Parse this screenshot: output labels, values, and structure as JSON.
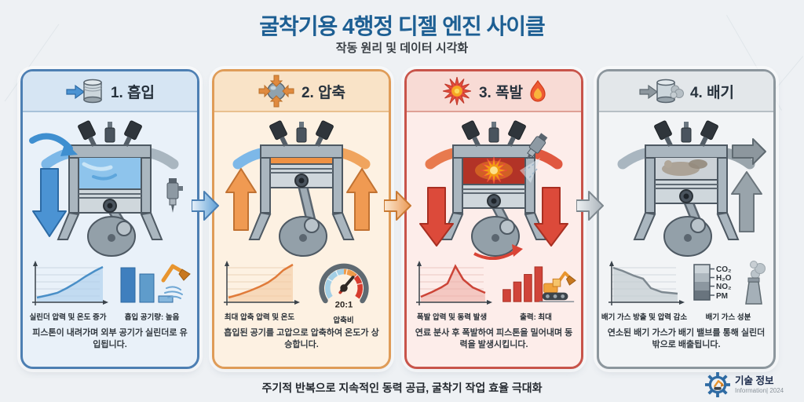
{
  "title": "굴착기용 4행정 디젤 엔진 사이클",
  "subtitle": "작동 원리 및 데이터 시각화",
  "panels": [
    {
      "header_label": "1. 흡입",
      "chart_left_label": "실린더 압력 및 온도 증가",
      "chart_right_label": "흡입 공기량: 높음",
      "description": "피스톤이 내려가며 외부 공기가 실린더로 유입됩니다.",
      "accent": "#4d7fb3"
    },
    {
      "header_label": "2. 압축",
      "chart_left_label": "최대 압축 압력 및 온도",
      "gauge_value": "20:1",
      "chart_right_label": "압축비",
      "description": "흡입된 공기를 고압으로 압축하여 온도가 상승합니다.",
      "accent": "#df9c58"
    },
    {
      "header_label": "3. 폭발",
      "chart_left_label": "폭발 압력 및 동력 발생",
      "chart_right_label": "출력: 최대",
      "description": "연료 분사 후 폭발하여 피스톤을 밀어내며 동력을 발생시킵니다.",
      "accent": "#c8544a"
    },
    {
      "header_label": "4. 배기",
      "chart_left_label": "배기 가스 방출 및 압력 감소",
      "chart_right_label": "배기 가스 성분",
      "gas_components": [
        "CO₂",
        "H₂O",
        "NO₂",
        "PM"
      ],
      "description": "연소된 배기 가스가 배기 밸브를 통해 실린더 밖으로 배출됩니다.",
      "accent": "#8c969d"
    }
  ],
  "footer": {
    "summary": "주기적 반복으로 지속적인 동력 공급, 굴착기 작업 효율 극대화",
    "logo_title": "기술 정보",
    "logo_subtitle": "Information| 2024"
  },
  "colors": {
    "background": "#eef1f4",
    "title": "#1d5f93",
    "intake_accent": "#4d7fb3",
    "compression_accent": "#df9c58",
    "power_accent": "#c8544a",
    "exhaust_accent": "#8c969d"
  },
  "chart_data": [
    {
      "type": "line",
      "panel": "1-흡입",
      "title": "실린더 압력 및 온도 증가",
      "trend": "increasing",
      "values": [
        10,
        14,
        19,
        28,
        38,
        50,
        63,
        72
      ]
    },
    {
      "type": "bar",
      "panel": "1-흡입",
      "title": "흡입 공기량: 높음",
      "values": [
        95,
        75,
        15
      ]
    },
    {
      "type": "line",
      "panel": "2-압축",
      "title": "최대 압축 압력 및 온도",
      "trend": "increasing",
      "values": [
        10,
        16,
        23,
        31,
        39,
        50,
        68,
        88
      ]
    },
    {
      "type": "gauge",
      "panel": "2-압축",
      "title": "압축비",
      "value": "20:1"
    },
    {
      "type": "line",
      "panel": "3-폭발",
      "title": "폭발 압력 및 동력 발생",
      "trend": "peak",
      "values": [
        12,
        22,
        33,
        42,
        95,
        52,
        32,
        22
      ]
    },
    {
      "type": "bar",
      "panel": "3-폭발",
      "title": "출력: 최대",
      "values": [
        30,
        52,
        75,
        95
      ]
    },
    {
      "type": "line",
      "panel": "4-배기",
      "title": "배기 가스 방출 및 압력 감소",
      "trend": "decreasing",
      "values": [
        90,
        82,
        72,
        62,
        38,
        26,
        22
      ]
    },
    {
      "type": "stacked-bar",
      "panel": "4-배기",
      "title": "배기 가스 성분",
      "categories": [
        "CO₂",
        "H₂O",
        "NO₂",
        "PM"
      ],
      "values": [
        25,
        25,
        25,
        25
      ]
    }
  ]
}
